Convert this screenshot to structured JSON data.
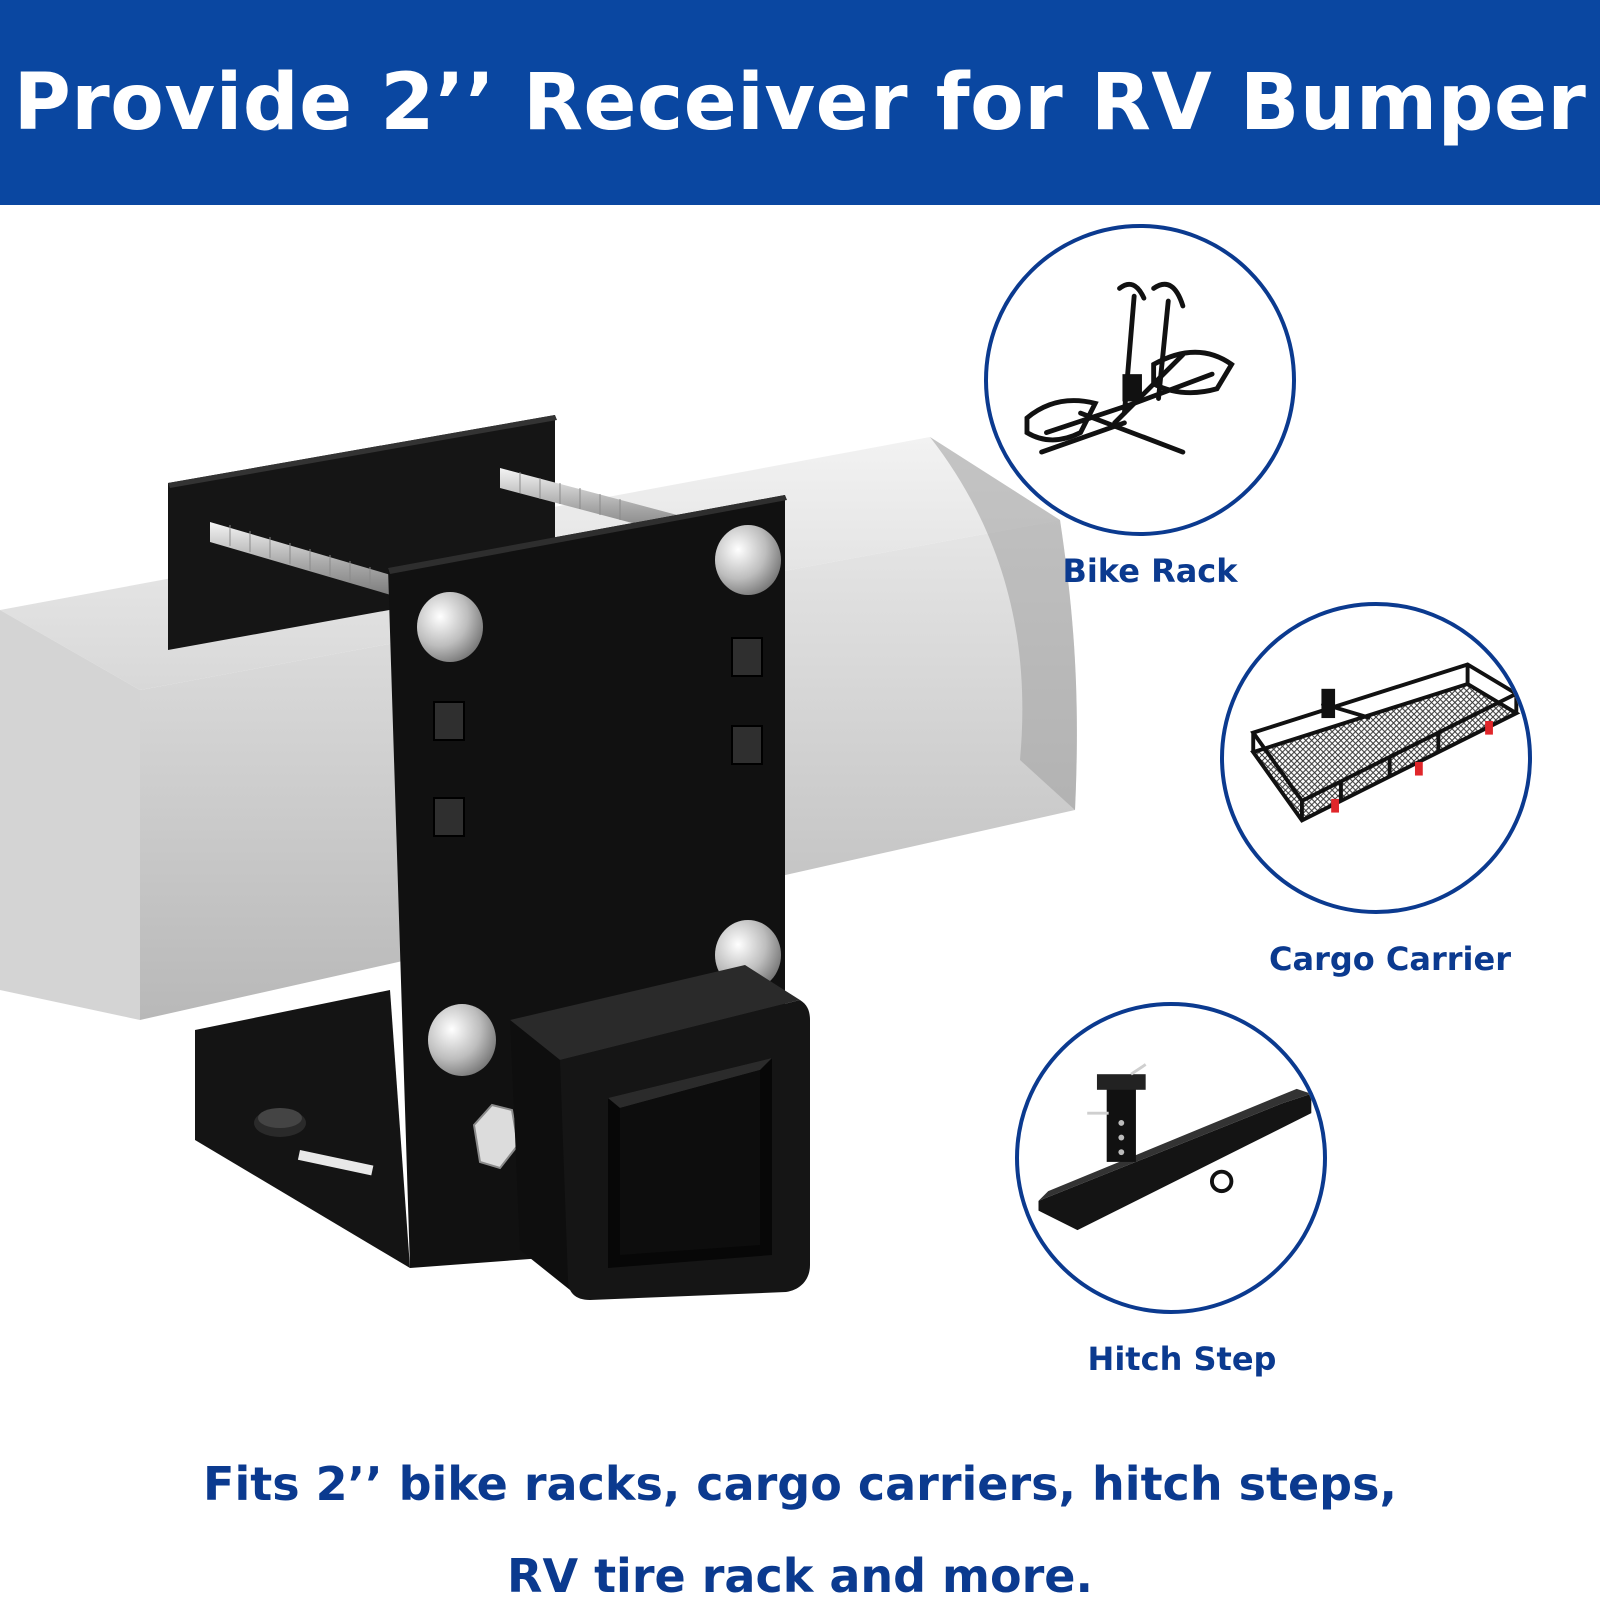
{
  "header": {
    "title": "Provide 2’’ Receiver for RV Bumper"
  },
  "accessories": [
    {
      "label": "Bike Rack",
      "icon": "bike-rack-icon"
    },
    {
      "label": "Cargo Carrier",
      "icon": "cargo-carrier-icon"
    },
    {
      "label": "Hitch Step",
      "icon": "hitch-step-icon"
    }
  ],
  "footer": {
    "line1": "Fits 2’’ bike racks, cargo carriers, hitch steps,",
    "line2": "RV tire rack and more."
  },
  "colors": {
    "banner": "#0a47a1",
    "accent_text": "#0b3a8f",
    "bumper": "#c9c9c9",
    "bracket": "#111111"
  }
}
